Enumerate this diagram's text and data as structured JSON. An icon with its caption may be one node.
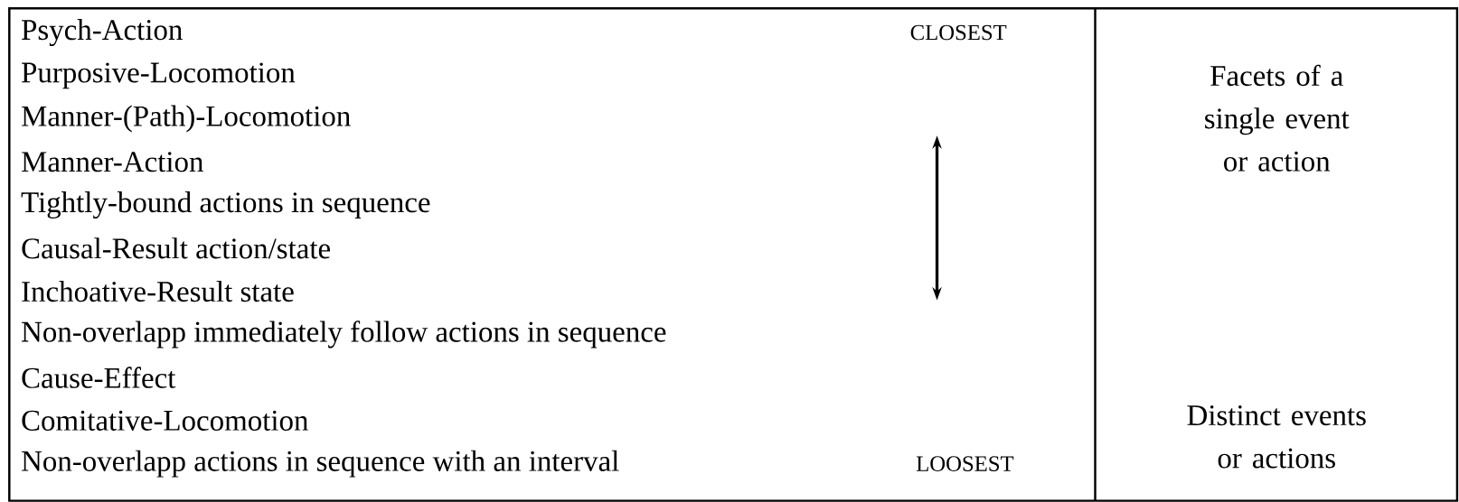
{
  "diagram": {
    "labels": [
      "Psych-Action",
      "Purposive-Locomotion",
      "Manner-(Path)-Locomotion",
      "Manner-Action",
      "Tightly-bound actions in sequence",
      "Causal-Result action/state",
      "Inchoative-Result state",
      "Non-overlapp immediately follow actions in sequence",
      "Cause-Effect",
      "Comitative-Locomotion",
      "Non-overlapp actions in sequence with an interval",
      "CLOSEST",
      "LOOSEST",
      "Facets of a single event or action",
      "Distinct events or actions"
    ]
  }
}
